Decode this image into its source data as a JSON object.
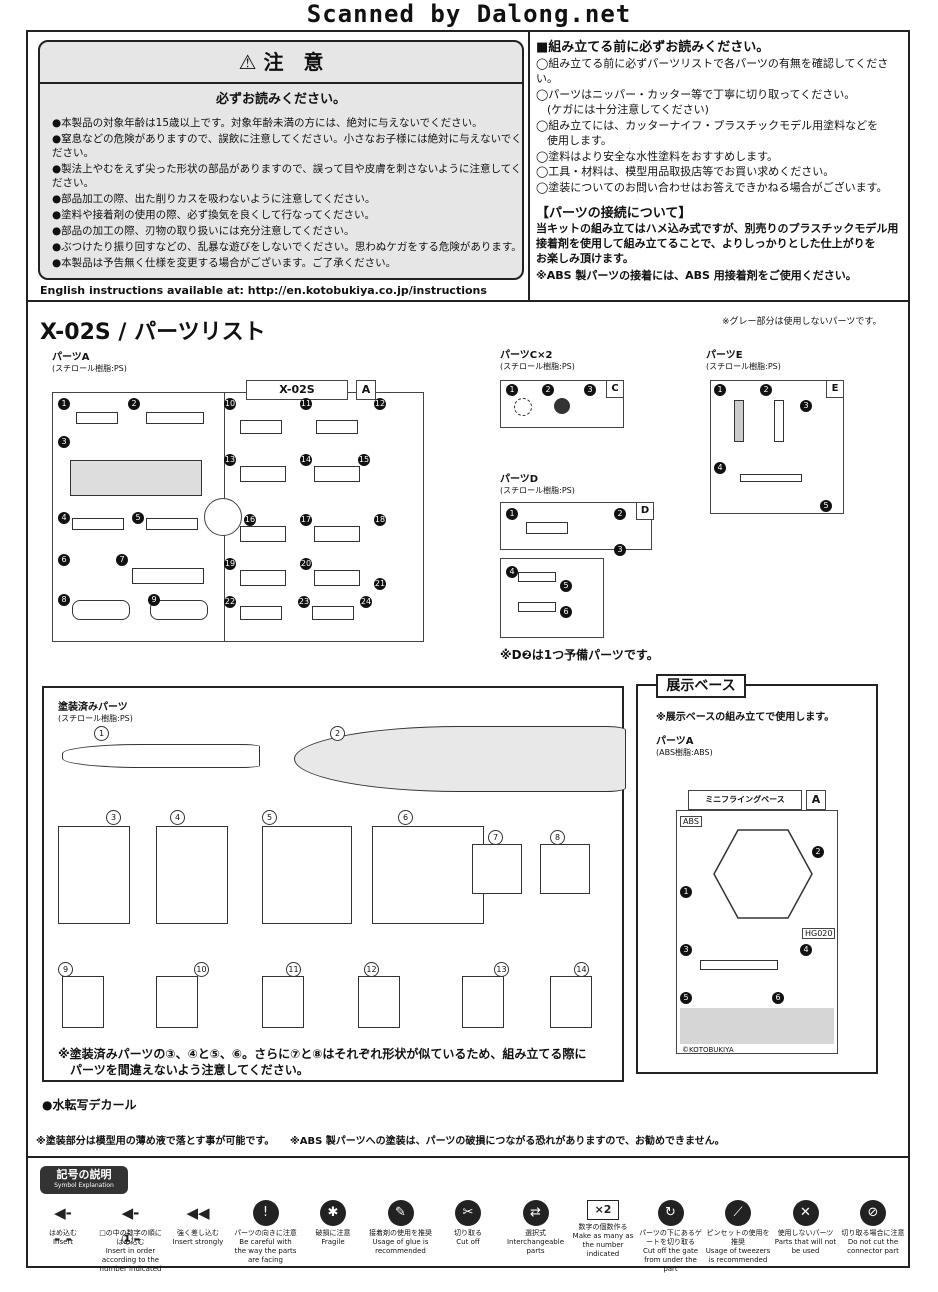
{
  "watermark": "Scanned by Dalong.net",
  "caution": {
    "title": "注　意",
    "subtitle": "必ずお読みください。",
    "items": [
      "●本製品の対象年齢は15歳以上です。対象年齢未満の方には、絶対に与えないでください。",
      "●窒息などの危険がありますので、誤飲に注意してください。小さなお子様には絶対に与えないでください。",
      "●製法上やむをえず尖った形状の部品がありますので、誤って目や皮膚を刺さないように注意してください。",
      "●部品加工の際、出た削りカスを吸わないように注意してください。",
      "●塗料や接着剤の使用の際、必ず換気を良くして行なってください。",
      "●部品の加工の際、刃物の取り扱いには充分注意してください。",
      "●ぶつけたり振り回すなどの、乱暴な遊びをしないでください。思わぬケガをする危険があります。",
      "●本製品は予告無く仕様を変更する場合がございます。ご了承ください。"
    ],
    "english": "English instructions available at: http://en.kotobukiya.co.jp/instructions"
  },
  "read_first": {
    "heading": "■組み立てる前に必ずお読みください。",
    "items": [
      "◯組み立てる前に必ずパーツリストで各パーツの有無を確認してください。",
      "◯パーツはニッパー・カッター等で丁寧に切り取ってください。",
      "　(ケガには十分注意してください)",
      "◯組み立てには、カッターナイフ・プラスチックモデル用塗料などを",
      "　使用します。",
      "◯塗料はより安全な水性塗料をおすすめします。",
      "◯工具・材料は、模型用品取扱店等でお買い求めください。",
      "◯塗装についてのお問い合わせはお答えできかねる場合がございます。"
    ]
  },
  "joint": {
    "title": "【パーツの接続について】",
    "lines": [
      "当キットの組み立てはハメ込み式ですが、別売りのプラスチックモデル用",
      "接着剤を使用して組み立てることで、よりしっかりとした仕上がりを",
      "お楽しみ頂けます。"
    ],
    "abs_note": "※ABS 製パーツの接着には、ABS 用接着剤をご使用ください。"
  },
  "parts_list": {
    "title": "X-02S / パーツリスト",
    "gray_note": "※グレー部分は使用しないパーツです。",
    "runner_a": {
      "name": "パーツA",
      "material": "(スチロール樹脂:PS)",
      "tag": "X-02S",
      "letter": "A",
      "numbers": [
        "1",
        "2",
        "3",
        "4",
        "5",
        "6",
        "7",
        "8",
        "9",
        "10",
        "11",
        "12",
        "13",
        "14",
        "15",
        "16",
        "17",
        "18",
        "19",
        "20",
        "21",
        "22",
        "23",
        "24"
      ]
    },
    "runner_c": {
      "name": "パーツC×2",
      "material": "(スチロール樹脂:PS)",
      "letter": "C",
      "numbers": [
        "1",
        "2",
        "3"
      ]
    },
    "runner_d": {
      "name": "パーツD",
      "material": "(スチロール樹脂:PS)",
      "letter": "D",
      "numbers": [
        "1",
        "2",
        "3",
        "4",
        "5",
        "6"
      ]
    },
    "runner_e": {
      "name": "パーツE",
      "material": "(スチロール樹脂:PS)",
      "letter": "E",
      "numbers": [
        "1",
        "2",
        "3",
        "4",
        "5"
      ]
    },
    "spare_note": "※D❷は1つ予備パーツです。"
  },
  "painted": {
    "name": "塗装済みパーツ",
    "material": "(スチロール樹脂:PS)",
    "numbers": [
      "1",
      "2",
      "3",
      "4",
      "5",
      "6",
      "7",
      "8",
      "9",
      "10",
      "11",
      "12",
      "13",
      "14"
    ],
    "note_line1": "※塗装済みパーツの③、④と⑤、⑥。さらに⑦と⑧はそれぞれ形状が似ているため、組み立てる際に",
    "note_line2": "パーツを間違えないよう注意してください。",
    "decal": "●水転写デカール"
  },
  "display_base": {
    "title": "展示ベース",
    "note": "※展示ベースの組み立てで使用します。",
    "name": "パーツA",
    "material": "(ABS樹脂:ABS)",
    "tag": "ミニフライングベース",
    "letter": "A",
    "abs": "ABS",
    "code": "HG020",
    "maker": "©KOTOBUKIYA",
    "numbers": [
      "1",
      "2",
      "3",
      "4",
      "5",
      "6"
    ]
  },
  "bottom_notes": {
    "paint": "※塗装部分は模型用の薄め液で落とす事が可能です。",
    "abs_paint": "※ABS 製パーツへの塗装は、パーツの破損につながる恐れがありますので、お勧めできません。"
  },
  "symbols": {
    "title": "記号の説明",
    "subtitle": "Symbol Explanation",
    "items": [
      {
        "glyph": "◀- - -",
        "jp": "はめ込む",
        "en": "Insert"
      },
      {
        "glyph": "◀-①-",
        "jp": "□の中の数字の順にはめ込む",
        "en": "Insert in order according to the number indicated"
      },
      {
        "glyph": "◀◀",
        "jp": "強く差し込む",
        "en": "Insert strongly"
      },
      {
        "glyph": "!",
        "jp": "パーツの向きに注意",
        "en": "Be careful with the way the parts are facing"
      },
      {
        "glyph": "✱",
        "jp": "破損に注意",
        "en": "Fragile"
      },
      {
        "glyph": "✎",
        "jp": "接着剤の使用を推奨",
        "en": "Usage of glue is recommended"
      },
      {
        "glyph": "✂",
        "jp": "切り取る",
        "en": "Cut off"
      },
      {
        "glyph": "⇄",
        "jp": "選択式",
        "en": "Interchangeable parts"
      },
      {
        "glyph": "×2",
        "jp": "数字の個数作る",
        "en": "Make as many as the number indicated"
      },
      {
        "glyph": "↻",
        "jp": "パーツの下にあるゲートを切り取る",
        "en": "Cut off the gate from under the part"
      },
      {
        "glyph": "⟋",
        "jp": "ピンセットの使用を推奨",
        "en": "Usage of tweezers is recommended"
      },
      {
        "glyph": "✕",
        "jp": "使用しないパーツ",
        "en": "Parts that will not be used"
      },
      {
        "glyph": "⊘",
        "jp": "切り取る場合に注意",
        "en": "Do not cut the connector part"
      }
    ]
  }
}
